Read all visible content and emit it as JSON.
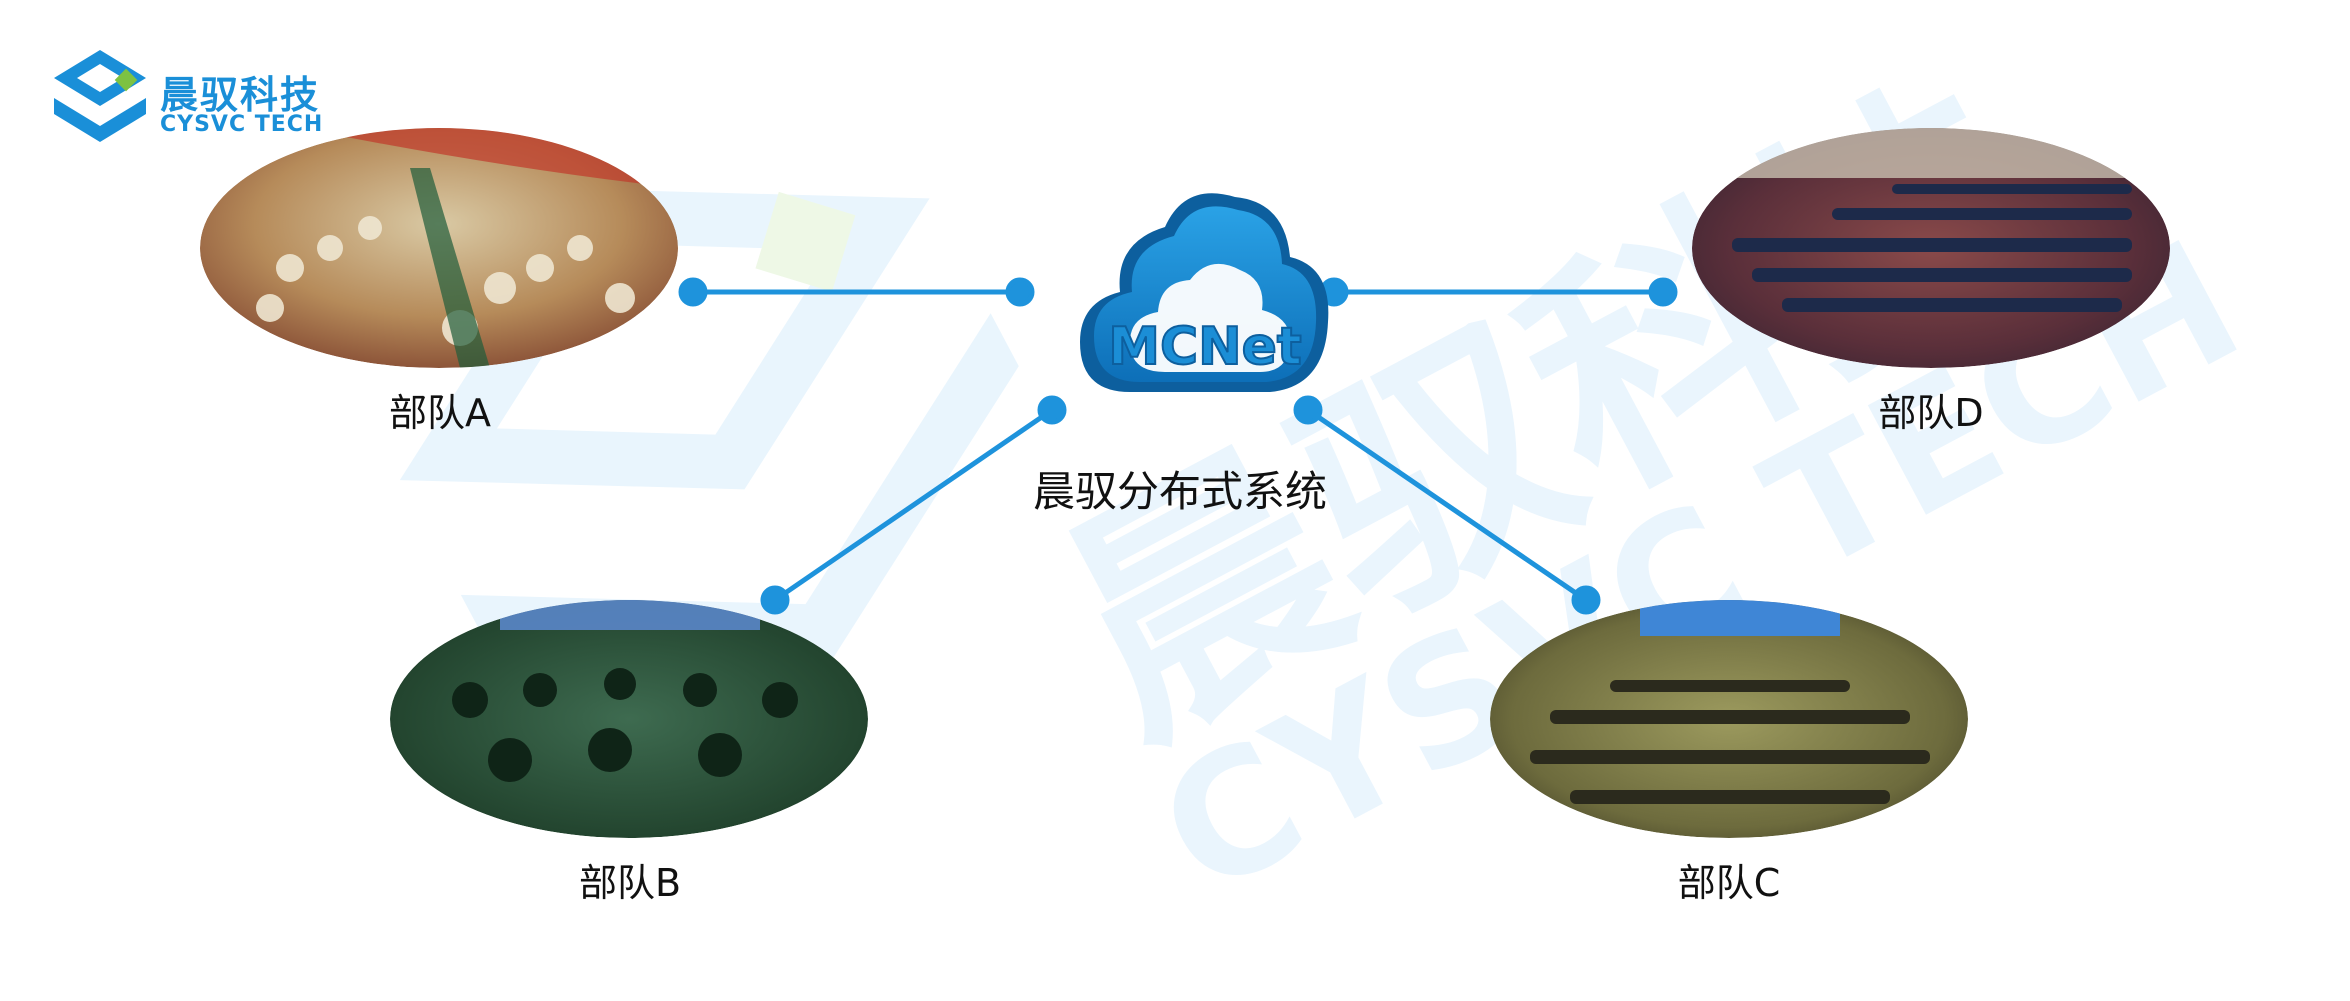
{
  "logo": {
    "name_cn": "晨驭科技",
    "name_en": "CYSVC TECH"
  },
  "watermark": {
    "cn": "晨驭科技",
    "en": "CYSVC TECH"
  },
  "cloud": {
    "label": "MCNet"
  },
  "center": {
    "label": "晨驭分布式系统"
  },
  "nodes": [
    {
      "id": "A",
      "label": "部队A"
    },
    {
      "id": "B",
      "label": "部队B"
    },
    {
      "id": "C",
      "label": "部队C"
    },
    {
      "id": "D",
      "label": "部队D"
    }
  ],
  "colors": {
    "accent": "#1a8fd8",
    "line": "#1e93dc",
    "cloud_dark": "#0d6fb8",
    "cloud_mid": "#1b8ed6",
    "watermark": "#eaf5fd"
  }
}
